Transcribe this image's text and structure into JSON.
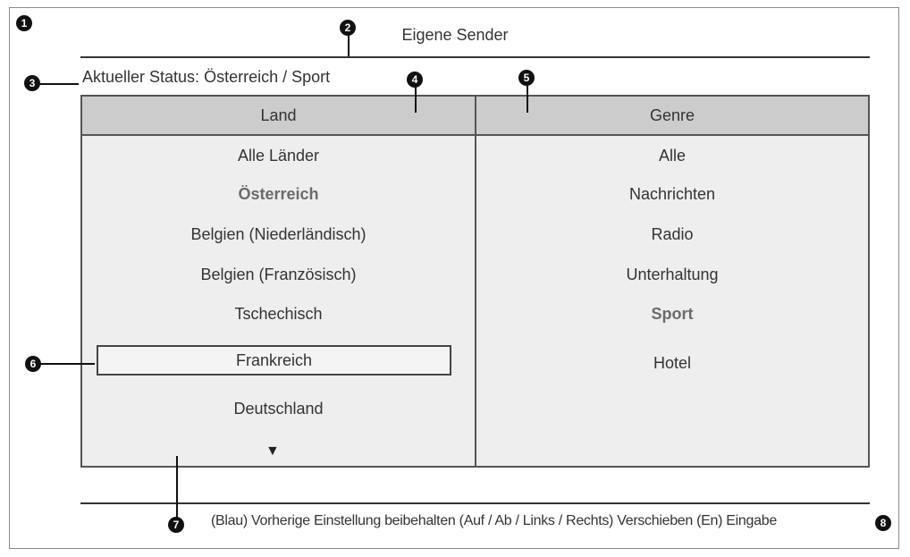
{
  "screen": {
    "title": "Eigene Sender",
    "status_text": "Aktueller Status: Österreich / Sport"
  },
  "columns": {
    "land_header": "Land",
    "genre_header": "Genre"
  },
  "land_items": [
    {
      "label": "Alle Länder",
      "bold": false
    },
    {
      "label": "Österreich",
      "bold": true
    },
    {
      "label": "Belgien (Niederländisch)",
      "bold": false
    },
    {
      "label": "Belgien (Französisch)",
      "bold": false
    },
    {
      "label": "Tschechisch",
      "bold": false
    },
    {
      "label": "Frankreich",
      "selected": true
    },
    {
      "label": "Deutschland",
      "bold": false
    }
  ],
  "genre_items": [
    {
      "label": "Alle",
      "bold": false
    },
    {
      "label": "Nachrichten",
      "bold": false
    },
    {
      "label": "Radio",
      "bold": false
    },
    {
      "label": "Unterhaltung",
      "bold": false
    },
    {
      "label": "Sport",
      "bold": true
    },
    {
      "label": "Hotel",
      "bold": false
    }
  ],
  "scroll_down_glyph": "▼",
  "footer_hint": "(Blau) Vorherige Einstellung beibehalten (Auf / Ab / Links / Rechts) Verschieben (En) Eingabe",
  "callouts": [
    "1",
    "2",
    "3",
    "4",
    "5",
    "6",
    "7",
    "8"
  ],
  "icons": {
    "scroll_down": "triangle-down-icon"
  }
}
